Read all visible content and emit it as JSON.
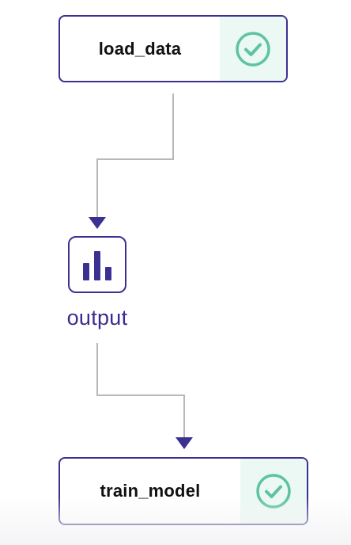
{
  "nodes": {
    "load_data": {
      "label": "load_data",
      "status_icon": "check-circle-icon"
    },
    "output": {
      "label": "output",
      "icon": "bar-chart-icon"
    },
    "train_model": {
      "label": "train_model",
      "status_icon": "check-circle-icon"
    }
  },
  "colors": {
    "node_border": "#3b3191",
    "success": "#5cc4a2",
    "success_bg": "#ecf8f3",
    "edge": "#b8b8b8",
    "arrow": "#3b3191",
    "artifact_text": "#3f2a91"
  }
}
